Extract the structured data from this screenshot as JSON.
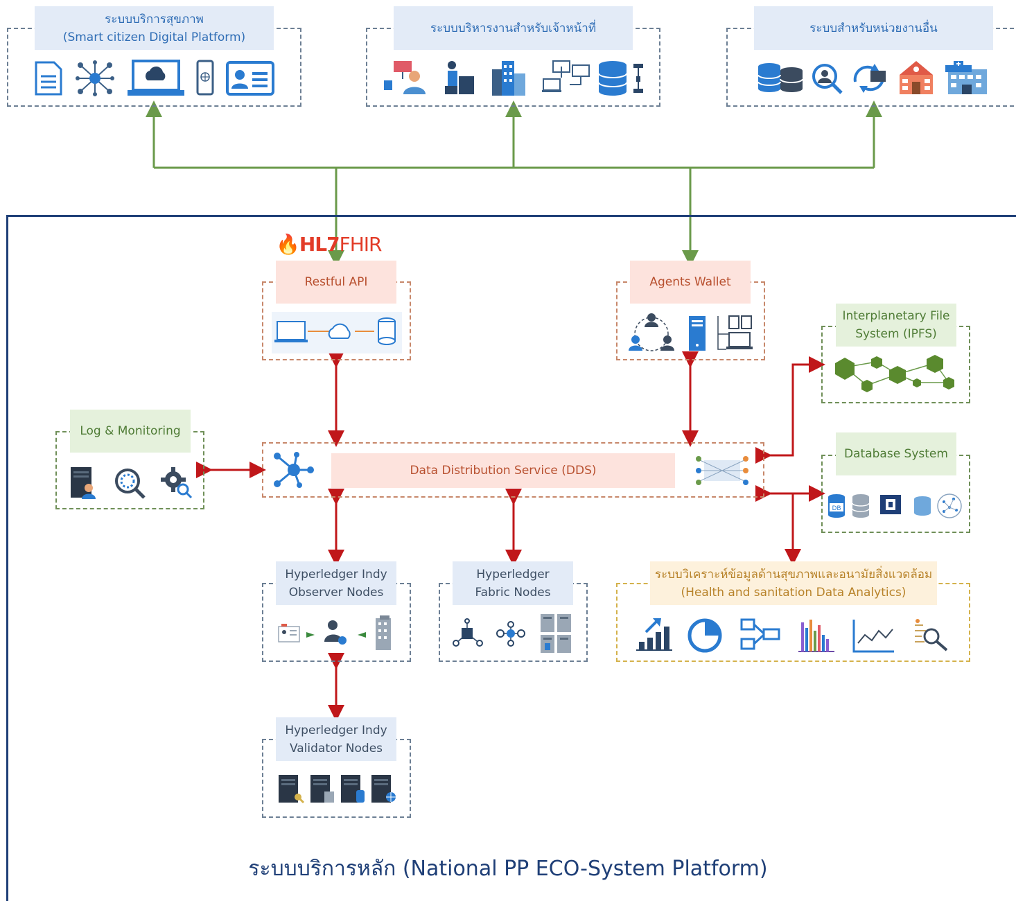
{
  "top": {
    "health": {
      "title": "ระบบบริการสุขภาพ",
      "subtitle": "(Smart citizen Digital Platform)",
      "icons": [
        "document-icon",
        "network-people-icon",
        "laptop-cloud-icon",
        "mobile-phone-icon",
        "id-card-icon"
      ]
    },
    "officer": {
      "title": "ระบบบริหารงานสำหรับเจ้าหน้าที่",
      "icons": [
        "presenter-icon",
        "office-worker-icon",
        "buildings-icon",
        "computers-network-icon",
        "database-server-icon"
      ]
    },
    "agency": {
      "title": "ระบบสำหรับหน่วยงานอื่น",
      "icons": [
        "database-transfer-icon",
        "user-search-icon",
        "folder-sync-icon",
        "school-icon",
        "hospital-icon"
      ]
    }
  },
  "fhir_logo": {
    "hl7": "HL7",
    "fhir": "FHIR"
  },
  "restful_api": {
    "label": "Restful API"
  },
  "agents_wallet": {
    "label": "Agents Wallet"
  },
  "ipfs": {
    "line1": "Interplanetary File",
    "line2": "System (IPFS)"
  },
  "log": {
    "label": "Log & Monitoring"
  },
  "dds": {
    "label": "Data Distribution Service (DDS)"
  },
  "database_system": {
    "label": "Database System"
  },
  "observer": {
    "line1": "Hyperledger Indy",
    "line2": "Observer Nodes"
  },
  "fabric": {
    "line1": "Hyperledger",
    "line2": "Fabric Nodes"
  },
  "analytics": {
    "line1": "ระบบวิเคราะห์ข้อมูลด้านสุขภาพและอนามัยสิ่งแวดล้อม",
    "line2": "(Health and sanitation Data Analytics)"
  },
  "validator": {
    "line1": "Hyperledger Indy",
    "line2": "Validator Nodes"
  },
  "footer": {
    "title": "ระบบบริการหลัก (National PP ECO-System Platform)"
  },
  "colors": {
    "green_line": "#6a9a4a",
    "red_line": "#c0171a",
    "frame": "#1f3f77",
    "icon_blue": "#2a7bd0"
  }
}
